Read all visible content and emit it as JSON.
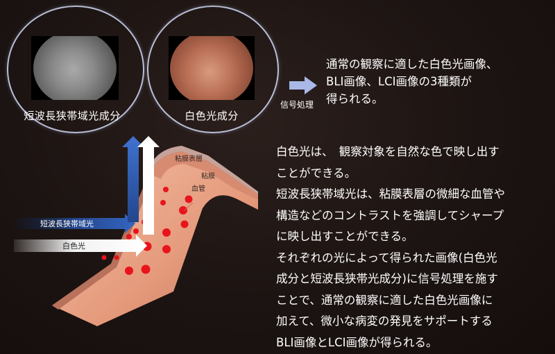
{
  "thumbnails": {
    "blue_caption": "短波長狭帯域光成分",
    "white_caption": "白色光成分"
  },
  "signal": {
    "label": "信号処理"
  },
  "result_lines": [
    "通常の観察に適した白色光画像、",
    "BLI画像、LCI画像の3種類が",
    "得られる。"
  ],
  "description_lines": [
    "白色光は、　観察対象を自然な色で映し出す",
    "ことができる。",
    "短波長狭帯域光は、粘膜表層の微細な血管や",
    "構造などのコントラストを強調してシャープ",
    "に映し出すことができる。",
    "それぞれの光によって得られた画像(白色光",
    "成分と短波長狭帯光成分)に信号処理を施す",
    "ことで、通常の観察に適した白色光画像に",
    "加えて、微小な病変の発見をサポートする",
    "BLI画像とLCI画像が得られる。"
  ],
  "diagram": {
    "beam_blue": "短波長狭帯域光",
    "beam_white": "白色光",
    "layer_surface": "粘膜表層",
    "layer_mucosa": "粘膜",
    "vessel": "血管"
  },
  "colors": {
    "background": "#1a1211",
    "ring": "#b9bfd6",
    "arrow": "#a9b8e6",
    "beam_blue": "#2d57a8",
    "vessel_red": "#e8141c"
  }
}
